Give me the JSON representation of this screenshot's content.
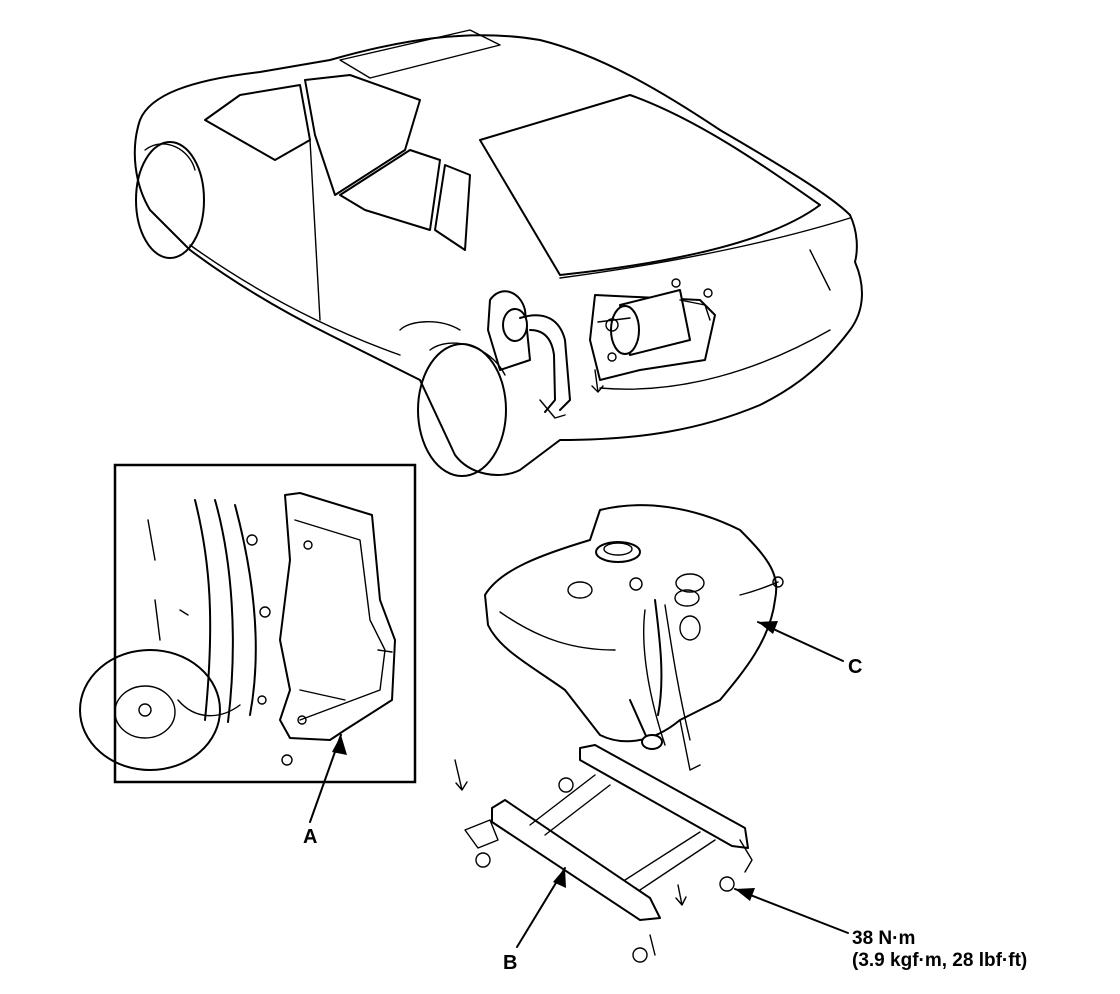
{
  "labels": {
    "a": "A",
    "b": "B",
    "c": "C"
  },
  "torque": {
    "line1": "38 N·m",
    "line2": "(3.9 kgf·m, 28 lbf·ft)"
  }
}
